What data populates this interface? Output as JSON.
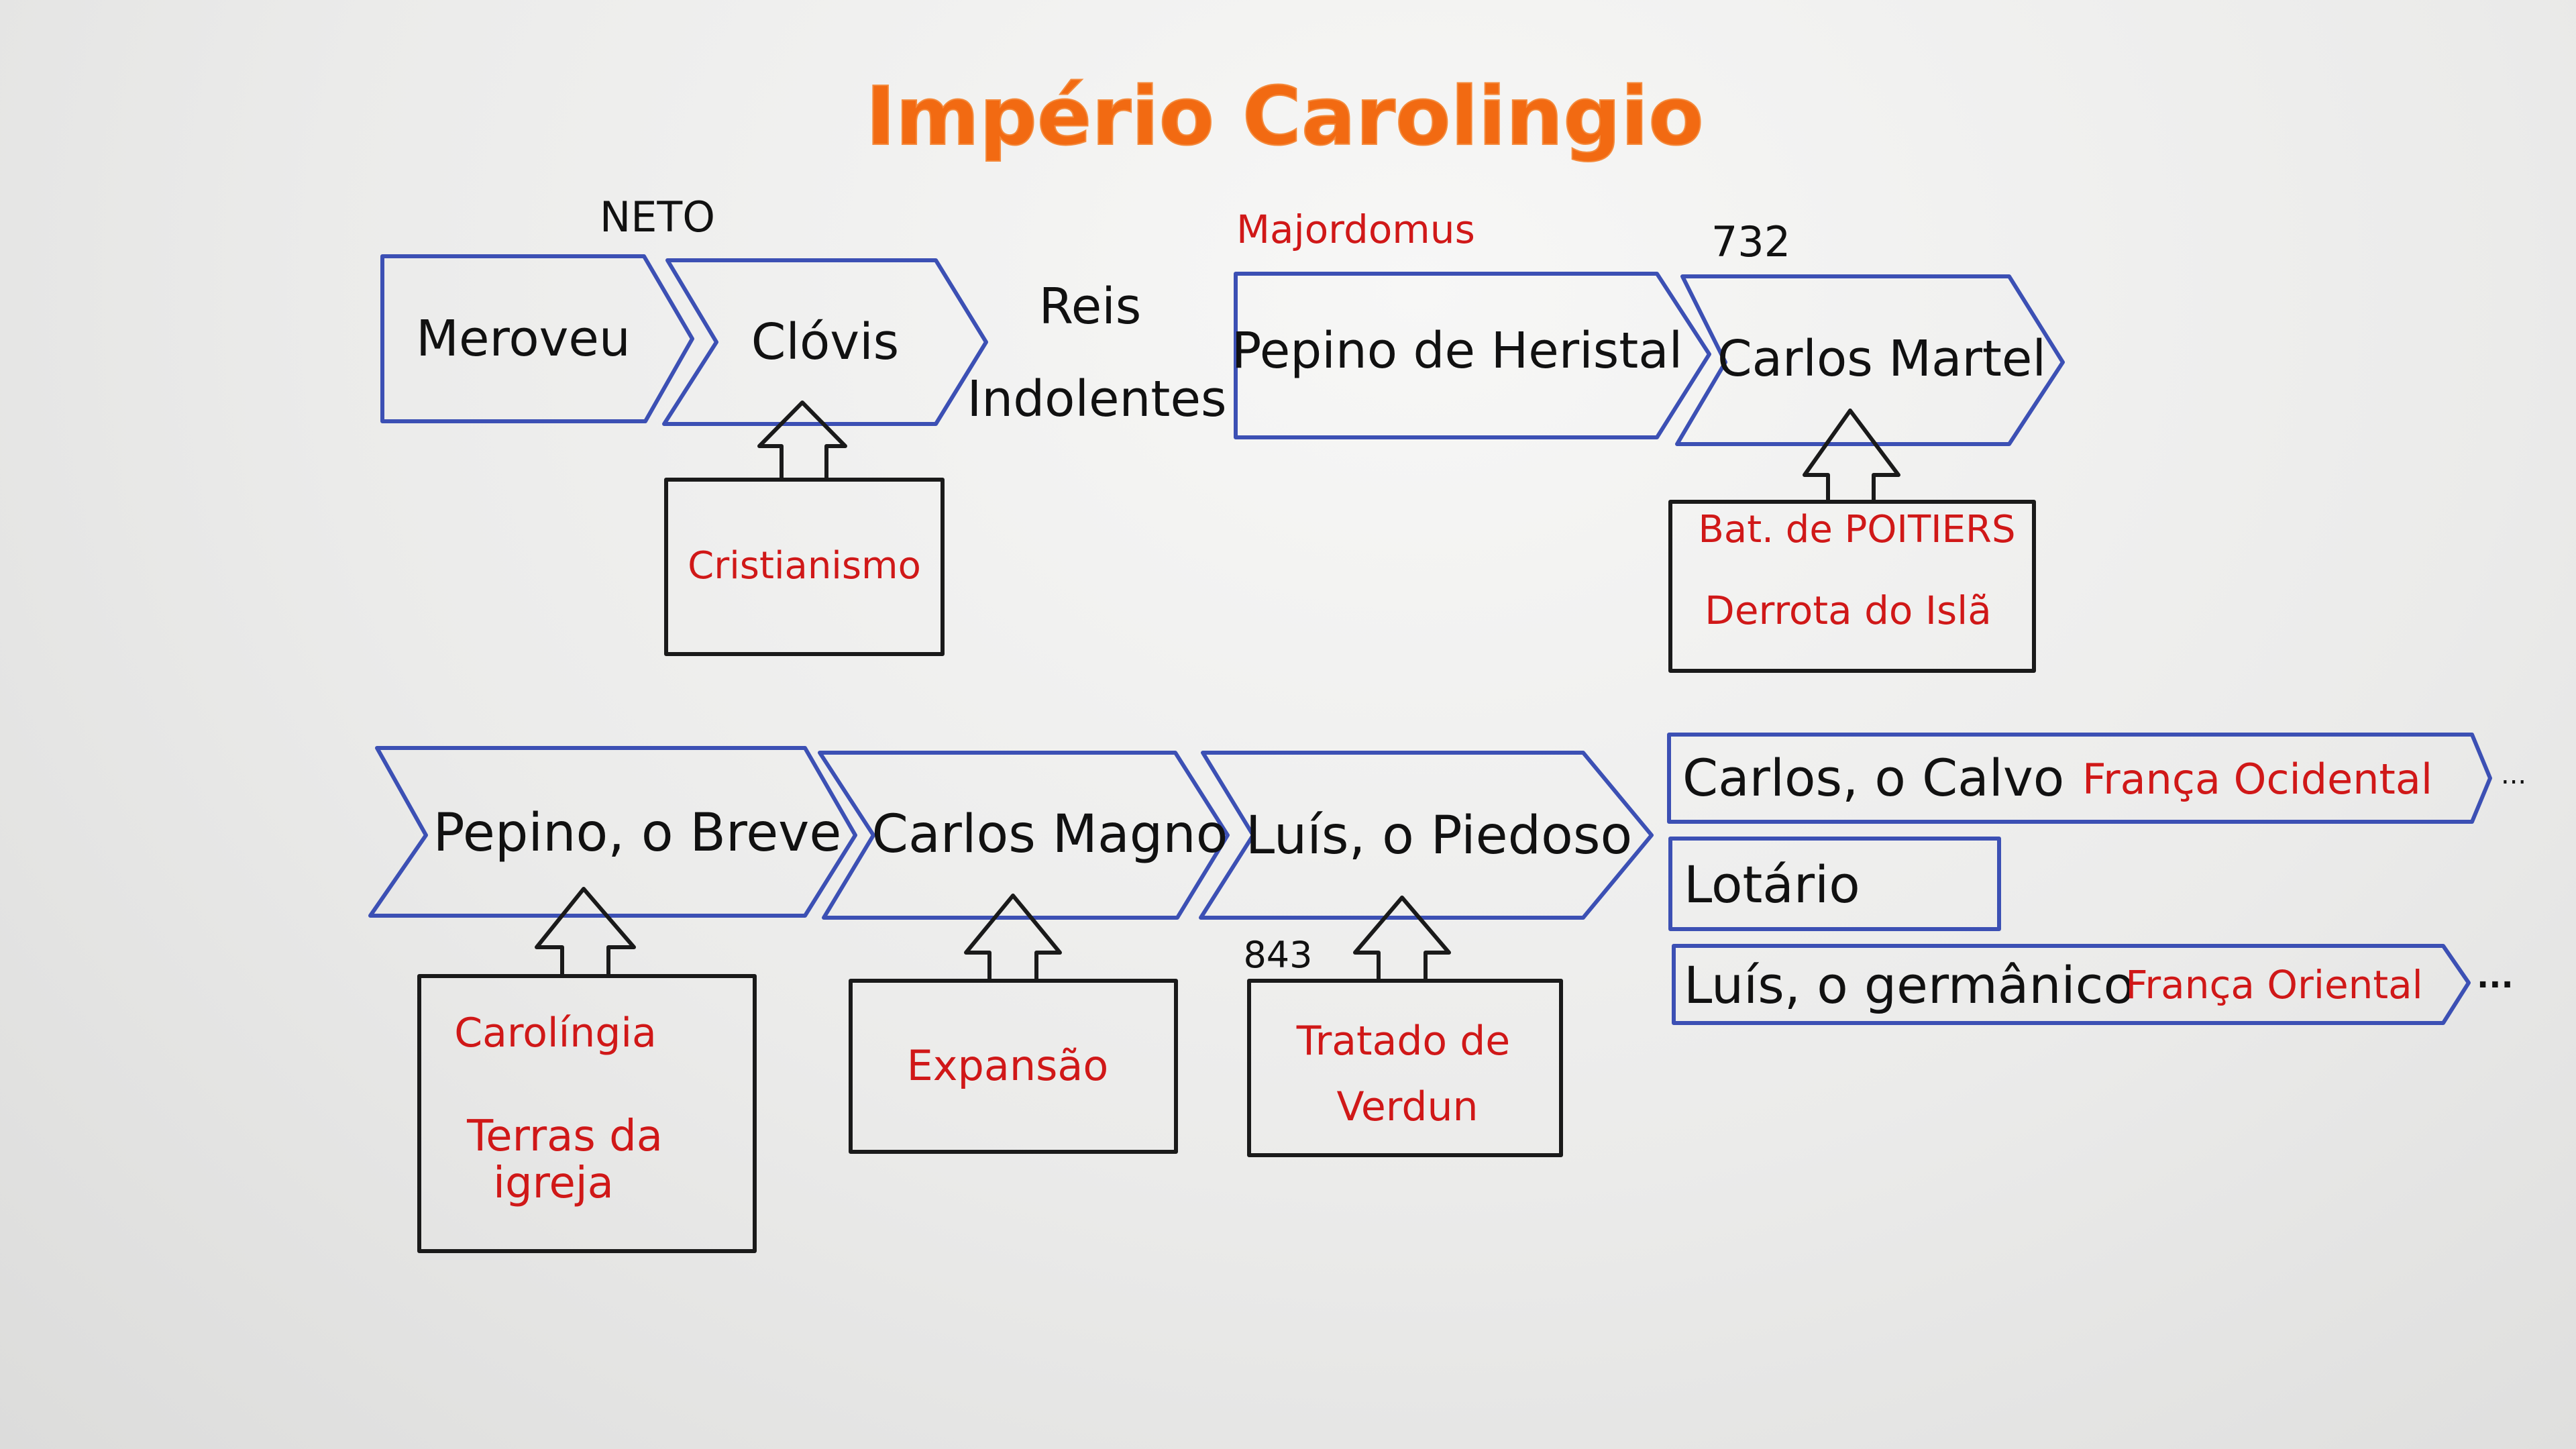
{
  "title": "Império Carolingio",
  "top_row": {
    "neto": "NETO",
    "merovingians": [
      "Meroveu",
      "Clóvis"
    ],
    "clovis_box": "Cristianismo",
    "reis_line1": "Reis",
    "reis_line2": "Indolentes",
    "majordomus": "Majordomus",
    "year_732": "732",
    "pepino_heristal": "Pepino de Heristal",
    "carlos_martel": "Carlos Martel",
    "martel_box": [
      "Bat. de POITIERS",
      "Derrota do Islã"
    ]
  },
  "bottom_row": {
    "chain": [
      "Pepino, o Breve",
      "Carlos Magno",
      "Luís, o Piedoso"
    ],
    "breve_box": [
      "Carolíngia",
      "Terras  da",
      "igreja"
    ],
    "magno_box": "Expansão",
    "year_843": "843",
    "piedoso_box": [
      "Tratado de",
      "Verdun"
    ],
    "heirs": [
      {
        "name": "Carlos, o Calvo",
        "region": "França Ocidental"
      },
      {
        "name": "Lotário",
        "region": ""
      },
      {
        "name": "Luís, o germânico",
        "region": "França Oriental"
      }
    ],
    "ellipsis": "..."
  },
  "colors": {
    "title": "#f26a12",
    "arrow_outline": "#3c50b4",
    "box_outline": "#1a1a1a",
    "ink": "#111111",
    "red_ink": "#d01818"
  }
}
